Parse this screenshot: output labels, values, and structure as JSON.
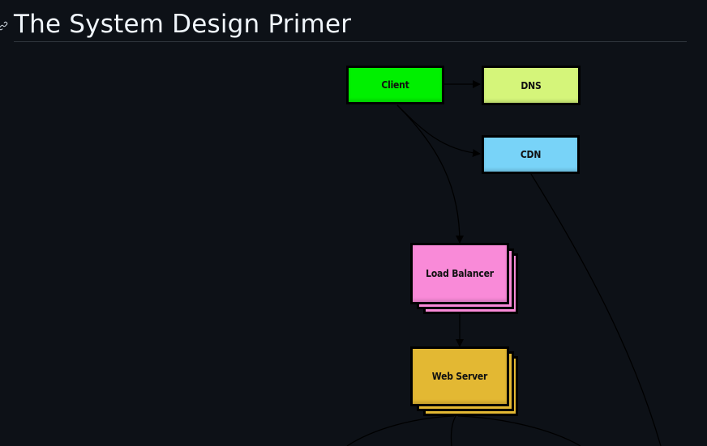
{
  "page": {
    "title": "The System Design Primer",
    "anchor_icon": "link-icon"
  },
  "diagram": {
    "background": "#0d1117",
    "nodes": [
      {
        "id": "client",
        "label": "Client",
        "color": "#00f000"
      },
      {
        "id": "dns",
        "label": "DNS",
        "color": "#d5f57a"
      },
      {
        "id": "cdn",
        "label": "CDN",
        "color": "#78d3f8"
      },
      {
        "id": "load_balancer",
        "label": "Load Balancer",
        "color": "#f98ad8",
        "stacked": true
      },
      {
        "id": "web_server",
        "label": "Web Server",
        "color": "#e3b833",
        "stacked": true
      }
    ],
    "edges": [
      {
        "from": "client",
        "to": "dns"
      },
      {
        "from": "client",
        "to": "cdn"
      },
      {
        "from": "client",
        "to": "load_balancer"
      },
      {
        "from": "load_balancer",
        "to": "web_server"
      },
      {
        "from": "cdn",
        "to": "offscreen"
      },
      {
        "from": "web_server",
        "to": "offscreen"
      }
    ]
  }
}
